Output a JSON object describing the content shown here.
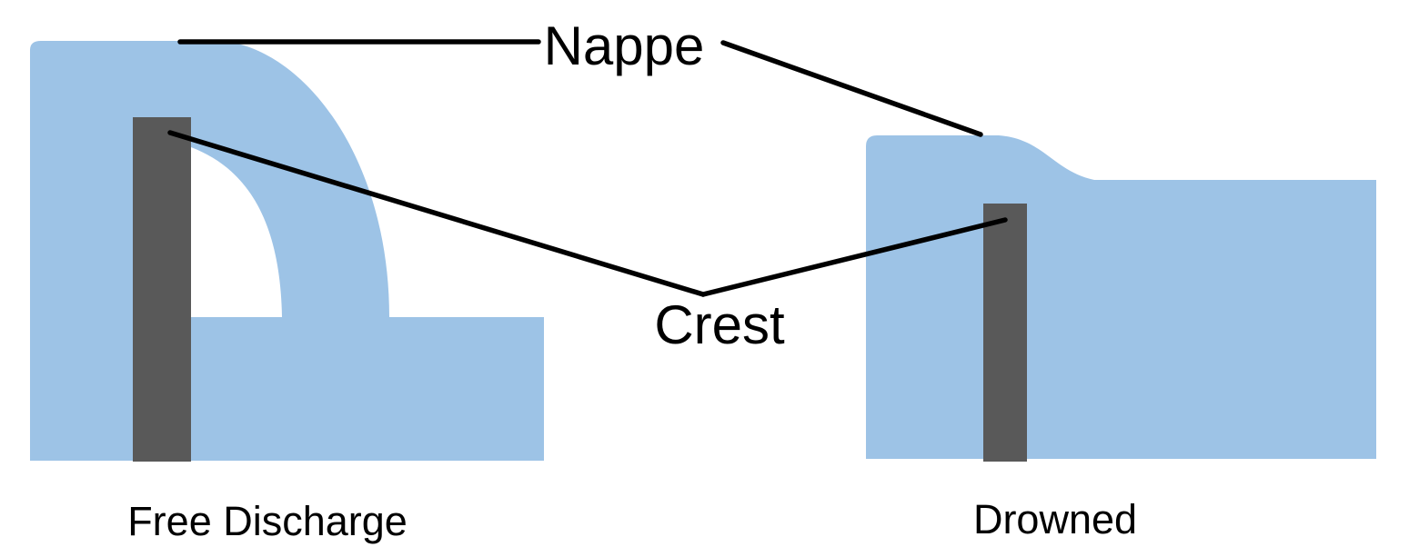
{
  "labels": {
    "nappe": "Nappe",
    "crest": "Crest",
    "left_caption": "Free Discharge",
    "right_caption": "Drowned"
  },
  "colors": {
    "water": "#9DC3E6",
    "weir": "#595959",
    "annotation": "#000000",
    "air": "#FFFFFF"
  },
  "diagram": {
    "type": "weir-flow-conditions",
    "left_panel": "Free Discharge",
    "right_panel": "Drowned",
    "callouts": [
      "Nappe",
      "Crest"
    ]
  }
}
